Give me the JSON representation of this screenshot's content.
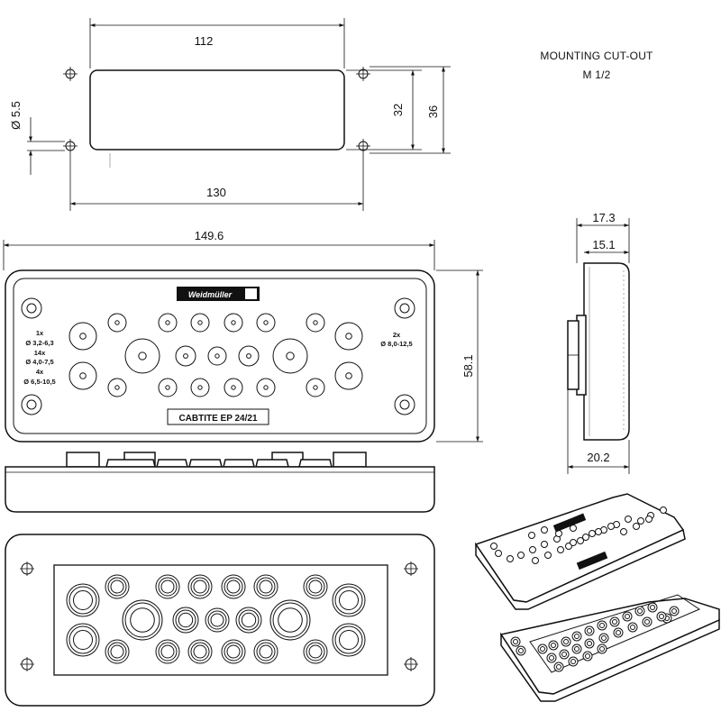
{
  "cutout": {
    "title_line1": "MOUNTING CUT-OUT",
    "title_line2": "M 1/2",
    "dim_opening_width": "112",
    "dim_hole_spacing": "130",
    "dim_opening_height": "32",
    "dim_hole_spacing_v": "36",
    "dim_hole_diameter": "Ø 5.5"
  },
  "front_view": {
    "dim_width": "149.6",
    "dim_height": "58.1",
    "brand": "Weidmüller",
    "product_label": "CABTITE EP 24/21",
    "left_legend": [
      {
        "count": "1x",
        "range": "Ø 3,2-6,3"
      },
      {
        "count": "14x",
        "range": "Ø 4,0-7,5"
      },
      {
        "count": "4x",
        "range": "Ø 6,5-10,5"
      }
    ],
    "right_legend": {
      "count": "2x",
      "range": "Ø 8,0-12,5"
    }
  },
  "side_view": {
    "dim_top_outer": "17.3",
    "dim_top_inner": "15.1",
    "dim_depth": "20.2"
  },
  "colors": {
    "line": "#111111",
    "hidden": "#999999",
    "background": "#ffffff"
  }
}
